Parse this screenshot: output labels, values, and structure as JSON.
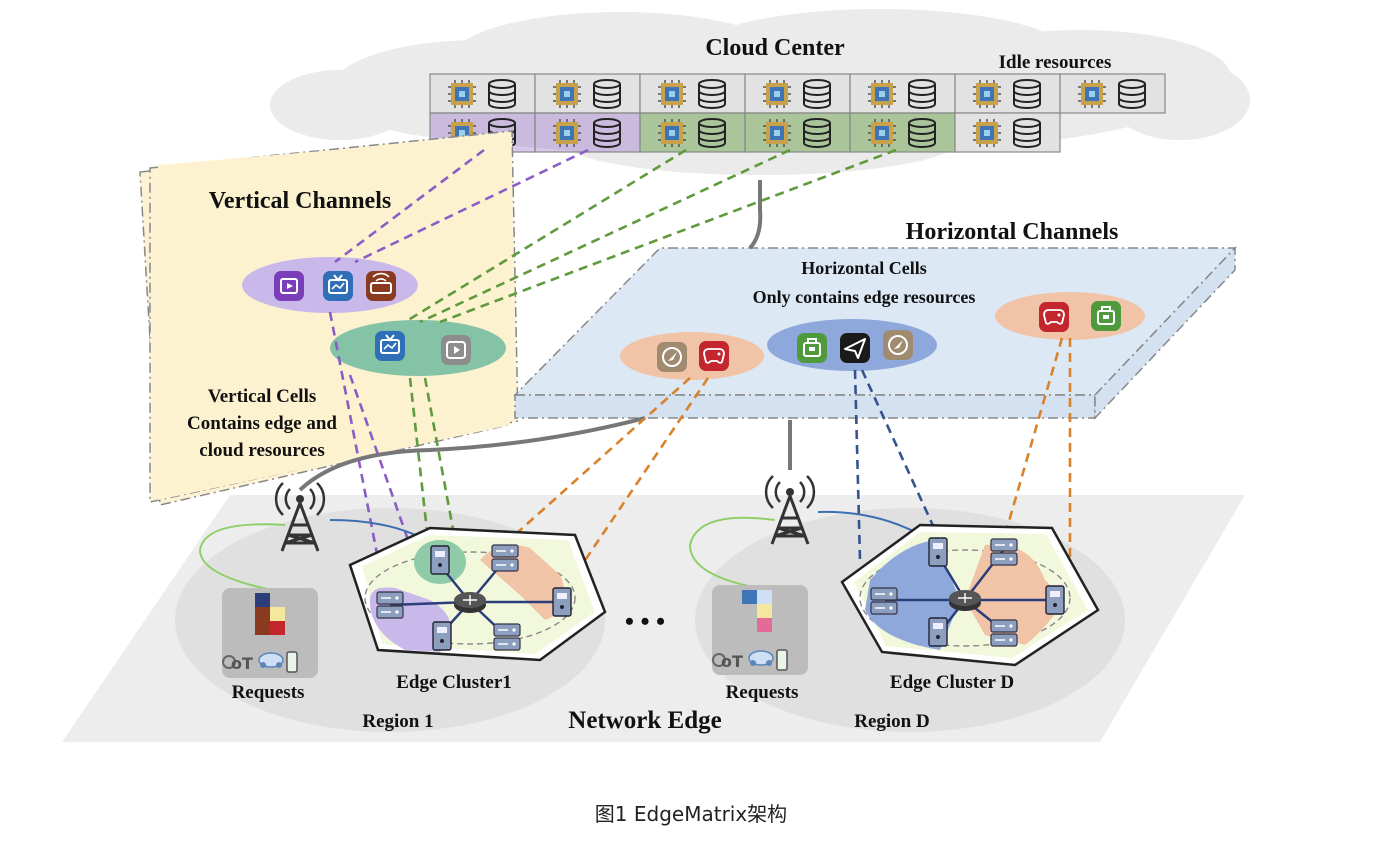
{
  "diagram": {
    "cloud_center_label": "Cloud Center",
    "idle_resources_label": "Idle resources",
    "vertical_channels_label": "Vertical Channels",
    "vertical_cells_label": [
      "Vertical Cells",
      "Contains edge and",
      "cloud resources"
    ],
    "horizontal_channels_label": "Horizontal Channels",
    "horizontal_cells_label": [
      "Horizontal Cells",
      "Only contains edge resources"
    ],
    "network_edge_label": "Network Edge",
    "ellipsis": "• • •",
    "regions": [
      {
        "requests_label": "Requests",
        "cluster_label": "Edge Cluster1",
        "region_label": "Region 1"
      },
      {
        "requests_label": "Requests",
        "cluster_label": "Edge Cluster D",
        "region_label": "Region D"
      }
    ],
    "colors": {
      "purple": "#8a5cc6",
      "green": "#5f9a3d",
      "orange": "#d9822b",
      "navy": "#34548c",
      "vertical_panel": "#fdf3d4",
      "horizontal_panel": "#dde8f5",
      "edge_floor": "#ececec"
    }
  },
  "caption": "图1 EdgeMatrix架构"
}
